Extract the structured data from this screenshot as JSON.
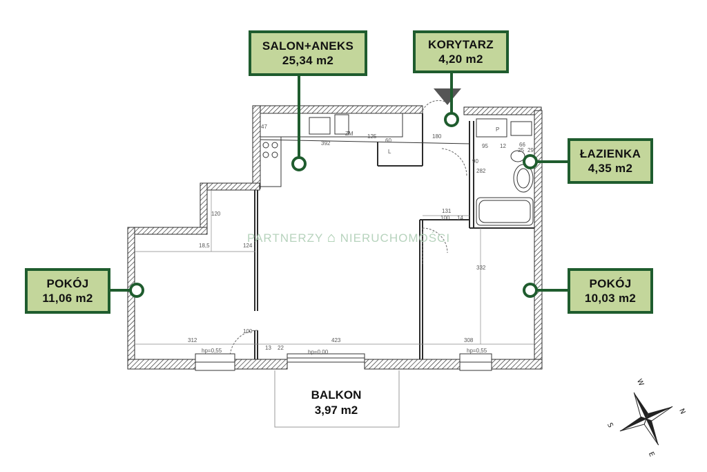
{
  "rooms": {
    "salon": {
      "name": "SALON+ANEKS",
      "area": "25,34 m2"
    },
    "korytarz": {
      "name": "KORYTARZ",
      "area": "4,20 m2"
    },
    "lazienka": {
      "name": "ŁAZIENKA",
      "area": "4,35 m2"
    },
    "pokoj_left": {
      "name": "POKÓJ",
      "area": "11,06 m2"
    },
    "pokoj_right": {
      "name": "POKÓJ",
      "area": "10,03 m2"
    },
    "balkon": {
      "name": "BALKON",
      "area": "3,97 m2"
    }
  },
  "watermark": {
    "left": "PARTNERZY",
    "right": "NIERUCHOMOŚCI"
  },
  "compass": {
    "w": "W",
    "n": "N",
    "s": "S",
    "e": "E"
  },
  "dimensions": [
    "392",
    "180",
    "125",
    "60",
    "282",
    "90",
    "131",
    "100",
    "14",
    "120",
    "124",
    "18,5",
    "332",
    "312",
    "423",
    "308",
    "100",
    "13",
    "22",
    "95",
    "12",
    "66",
    "25",
    "29",
    "47",
    "ZM",
    "L",
    "P"
  ],
  "markers": {
    "hp_left": "hp=0,55",
    "hp_mid": "hp=0,00",
    "hp_right": "hp=0,55"
  },
  "colors": {
    "label_fill": "#c3d69b",
    "label_border": "#1f5c2e",
    "wall": "#2b2b2b"
  }
}
